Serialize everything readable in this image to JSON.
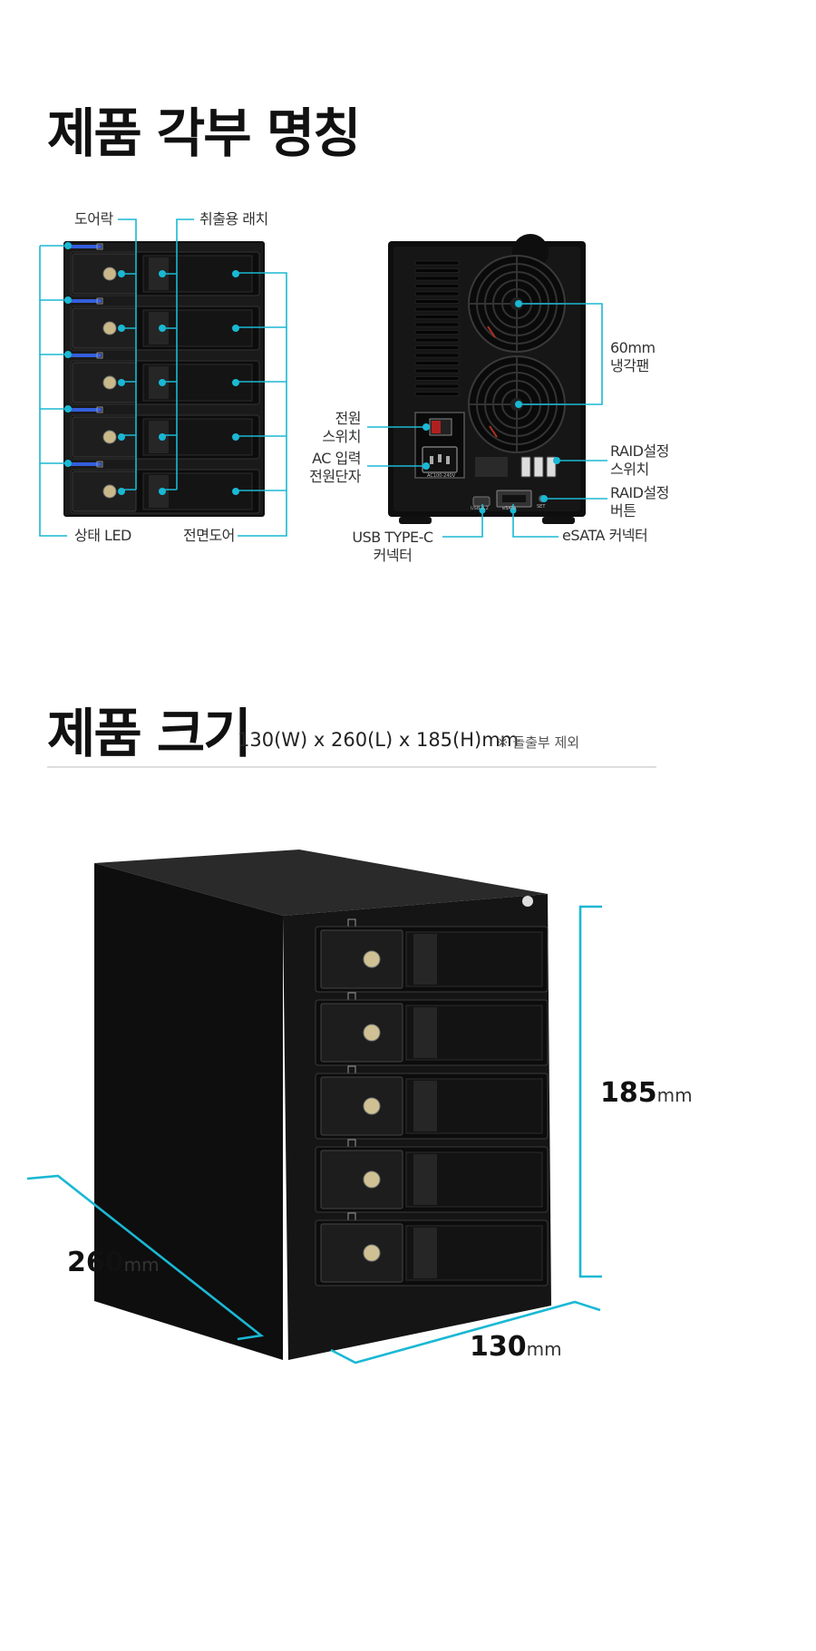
{
  "section1": {
    "title": "제품 각부 명칭",
    "front_labels": {
      "door_lock": "도어락",
      "latch": "취출용 래치",
      "status_led": "상태 LED",
      "front_door": "전면도어"
    },
    "rear_labels": {
      "fan": [
        "60mm",
        "냉각팬"
      ],
      "power_switch": [
        "전원",
        "스위치"
      ],
      "ac_input": [
        "AC 입력",
        "전원단자"
      ],
      "raid_switch": [
        "RAID설정",
        "스위치"
      ],
      "raid_button": [
        "RAID설정",
        "버튼"
      ],
      "usb": [
        "USB TYPE-C",
        "커넥터"
      ],
      "esata": "eSATA 커넥터"
    },
    "device_text": {
      "ac_rating": "AC100-240V",
      "usb_port": "USB 3.2",
      "esata_port": "eSATA",
      "set_button": "SET"
    }
  },
  "section2": {
    "title": "제품 크기",
    "dimensions": "130(W) x 260(L) x 185(H)mm",
    "note": "※ 돌출부 제외",
    "height": {
      "value": "185",
      "unit": "mm"
    },
    "length": {
      "value": "260",
      "unit": "mm"
    },
    "width": {
      "value": "130",
      "unit": "mm"
    }
  },
  "colors": {
    "accent": "#1ab8d4",
    "device": "#141414",
    "led": "#3a6bff"
  },
  "icons": [
    "bay-number-icon",
    "lock-icon",
    "fan-grille-icon",
    "power-switch-icon",
    "ac-socket-icon"
  ]
}
